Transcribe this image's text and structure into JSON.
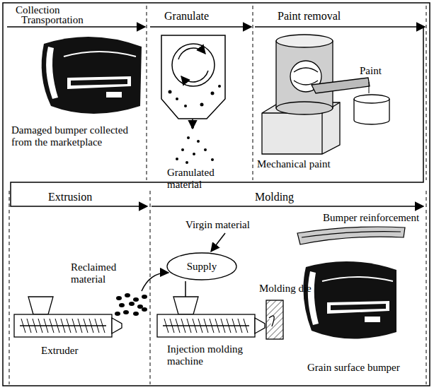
{
  "diagram": {
    "nodes": [
      {
        "text": [
          "Supply"
        ]
      }
    ],
    "labels": [
      "Collection",
      "Transportation",
      "Granulate",
      "Paint removal",
      "Damaged bumper collected from the marketplace",
      "Granulated material",
      "Mechanical paint",
      "Paint",
      "Extrusion",
      "Molding",
      "Virgin material",
      "Reclaimed material",
      "Molding die",
      "Bumper reinforcement",
      "Extruder",
      "Injection molding machine",
      "Grain surface bumper"
    ]
  }
}
